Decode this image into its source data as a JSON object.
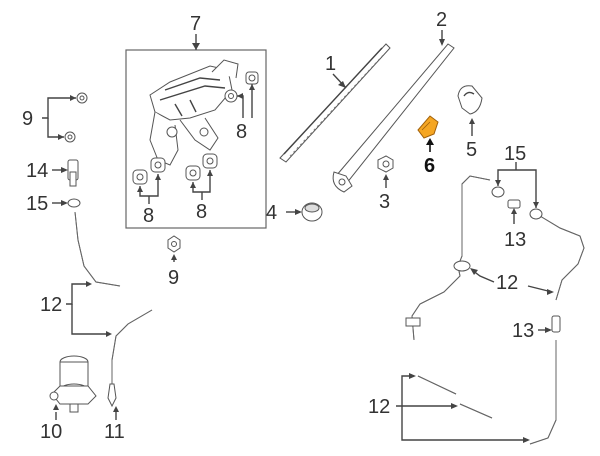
{
  "callouts": {
    "c1": "1",
    "c2": "2",
    "c3": "3",
    "c4": "4",
    "c5": "5",
    "c6": "6",
    "c7": "7",
    "c8a": "8",
    "c8b": "8",
    "c8c": "8",
    "c9a": "9",
    "c9b": "9",
    "c10": "10",
    "c11": "11",
    "c12a": "12",
    "c12b": "12",
    "c12c": "12",
    "c13a": "13",
    "c13b": "13",
    "c14": "14",
    "c15a": "15",
    "c15b": "15"
  },
  "colors": {
    "highlight": "#f5a623",
    "line": "#444444",
    "part_fill": "#ffffff"
  }
}
